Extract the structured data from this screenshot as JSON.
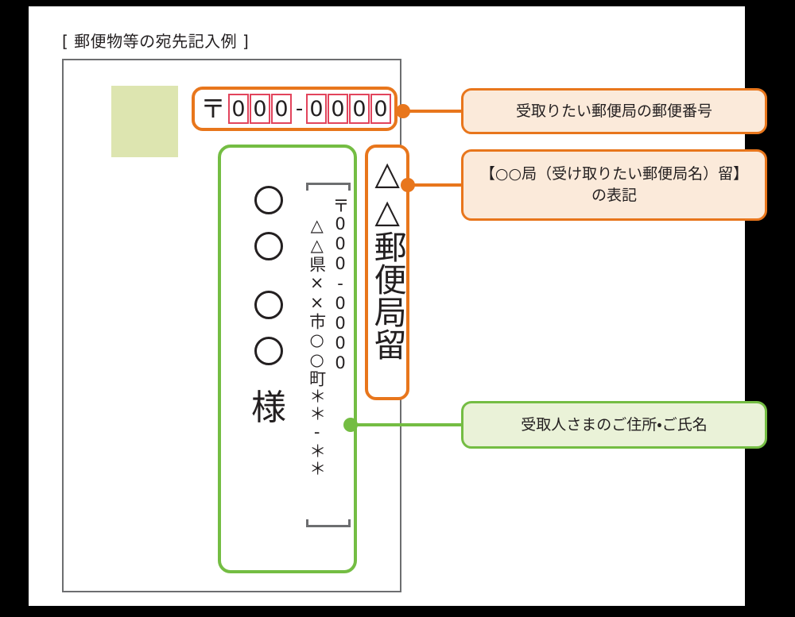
{
  "page": {
    "caption": "[ 郵便物等の宛先記入例 ]"
  },
  "envelope": {
    "stamp_label": "",
    "postal_code": {
      "mark": "〒",
      "digits_left": [
        "0",
        "0",
        "0"
      ],
      "separator": "-",
      "digits_right": [
        "0",
        "0",
        "0",
        "0"
      ]
    },
    "recipient": {
      "name_circles": 4,
      "honorific": "様",
      "address_postal_code": "〒000-0000",
      "address_text": "△△県××市○○町＊＊-＊＊"
    },
    "poste_restante": {
      "vertical_text": "△△郵便局留"
    }
  },
  "callouts": [
    {
      "id": "zip",
      "text": "受取りたい郵便局の郵便番号",
      "color": "#e8761c",
      "fill": "#fbeada"
    },
    {
      "id": "kyoku",
      "text": "【○○局（受け取りたい郵便局名）留】の表記",
      "color": "#e8761c",
      "fill": "#fbeada"
    },
    {
      "id": "address",
      "text": "受取人さまのご住所・ご氏名",
      "color": "#74bd43",
      "fill": "#eaf2d8"
    }
  ],
  "colors": {
    "orange": "#e8761c",
    "orange_fill": "#fbeada",
    "green": "#74bd43",
    "green_fill": "#eaf2d8",
    "red_box": "#e2445c",
    "stamp": "#dde5b0",
    "frame_gray": "#6d6e70",
    "ink": "#231f20"
  }
}
